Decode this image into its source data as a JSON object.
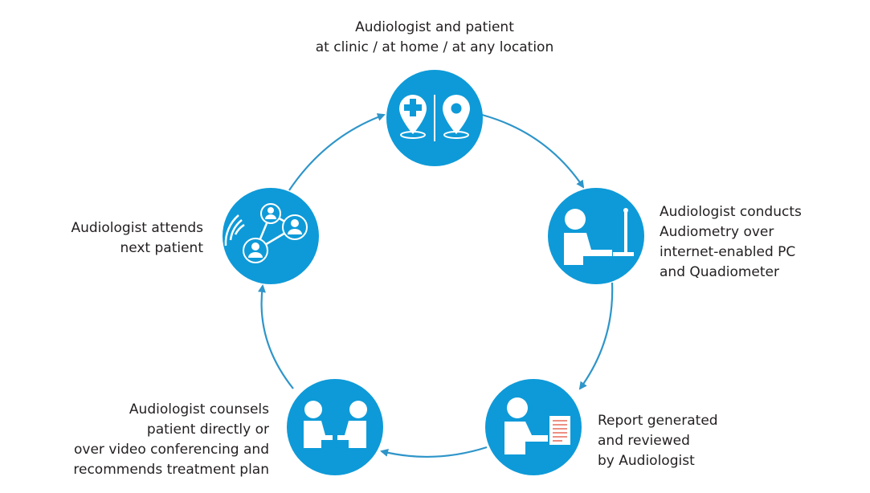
{
  "colors": {
    "accent": "#0e9ad8",
    "arrow": "#2e95c9",
    "icon": "#ffffff",
    "report_lines": "#e04e39"
  },
  "steps": [
    {
      "id": "location",
      "icon": "location-pins-icon",
      "lines": [
        "Audiologist and patient",
        "at clinic / at home / at any location"
      ]
    },
    {
      "id": "audiometry",
      "icon": "audiometer-user-icon",
      "lines": [
        "Audiologist conducts",
        "Audiometry over",
        "internet-enabled PC",
        "and Quadiometer"
      ]
    },
    {
      "id": "report",
      "icon": "report-review-icon",
      "lines": [
        "Report generated",
        "and reviewed",
        "by Audiologist"
      ]
    },
    {
      "id": "counsel",
      "icon": "handshake-icon",
      "lines": [
        "Audiologist counsels",
        "patient directly or",
        "over video conferencing and",
        "recommends treatment plan"
      ]
    },
    {
      "id": "next",
      "icon": "network-users-icon",
      "lines": [
        "Audiologist attends",
        "next patient"
      ]
    }
  ]
}
